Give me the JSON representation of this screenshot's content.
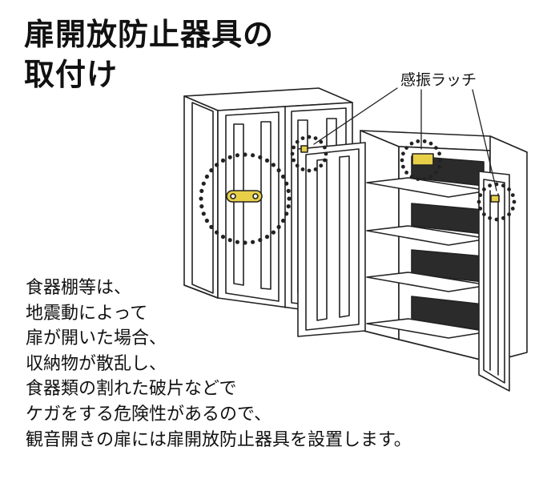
{
  "title": {
    "lines": [
      "扉開放防止器具の",
      "取付け"
    ]
  },
  "callout": {
    "label": "感振ラッチ"
  },
  "body": {
    "lines": [
      "食器棚等は、",
      "地震動によって",
      "扉が開いた場合、",
      "収納物が散乱し、",
      "食器類の割れた破片などで",
      "ケガをする危険性があるので、",
      "観音開きの扉には扉開放防止器具を設置します。"
    ]
  },
  "colors": {
    "line": "#222222",
    "panel_dark": "#2b2b2b",
    "latch_yellow": "#e8cf48",
    "background": "#ffffff"
  }
}
